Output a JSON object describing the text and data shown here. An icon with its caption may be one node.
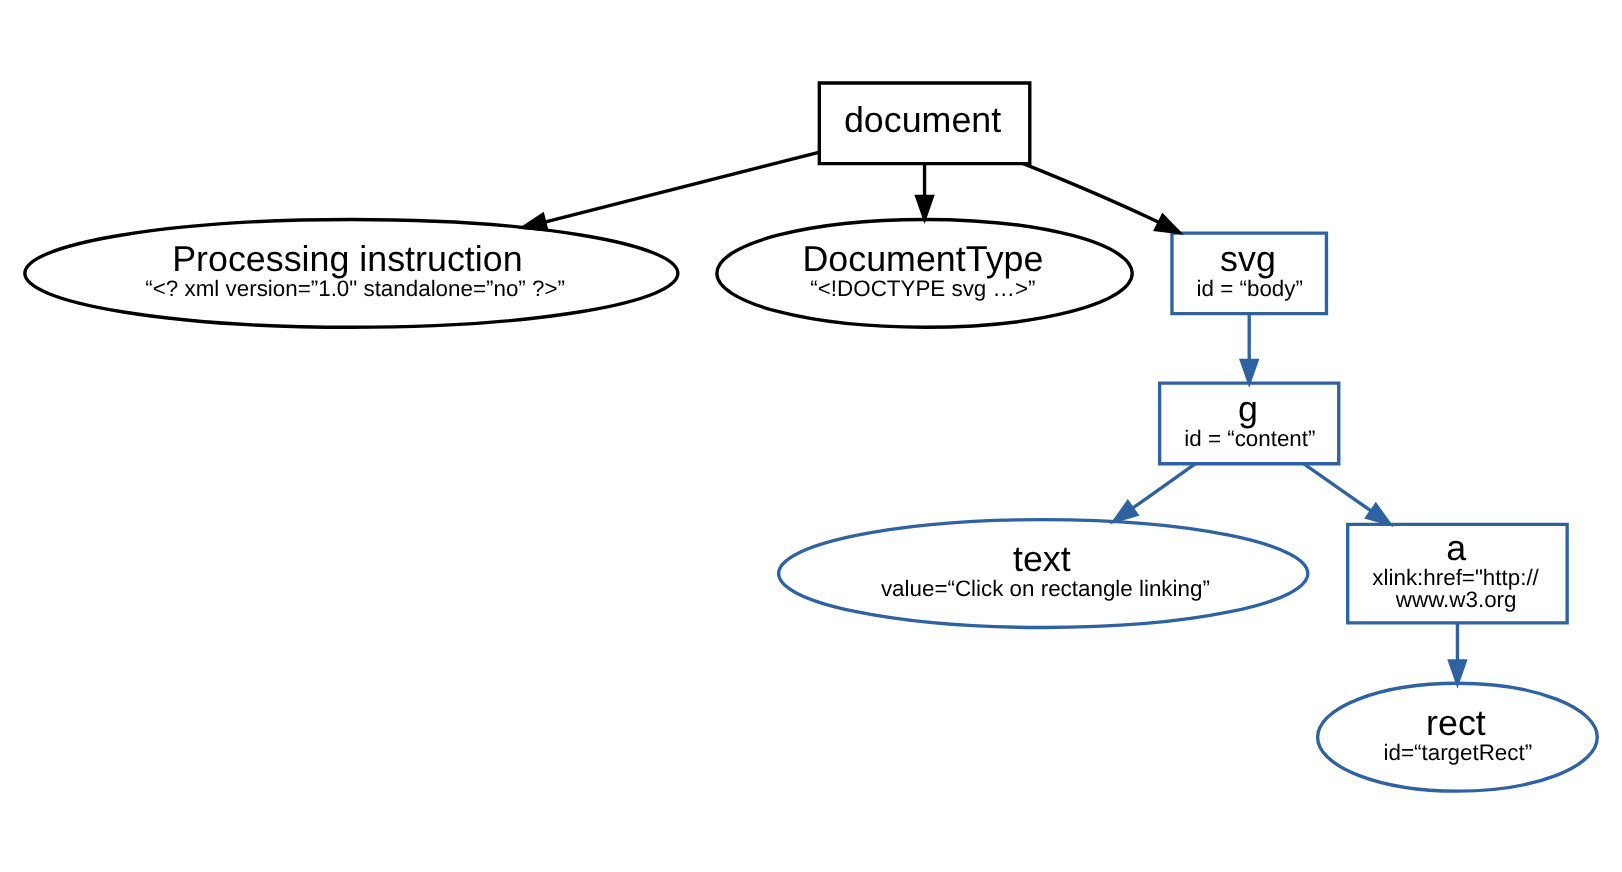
{
  "diagram": {
    "nodes": [
      {
        "text": [
          "document"
        ]
      },
      {
        "text": [
          "Processing instruction",
          "“<? xml version=”1.0\" standalone=”no” ?>”"
        ]
      },
      {
        "text": [
          "DocumentType",
          "“<!DOCTYPE svg …>”"
        ]
      },
      {
        "text": [
          "svg",
          "id = “body”"
        ]
      },
      {
        "text": [
          "g",
          "id = “content”"
        ]
      },
      {
        "text": [
          "text",
          "value=“Click on rectangle linking”"
        ]
      },
      {
        "text": [
          "a",
          "xlink:href=\"http:// www.w3.org"
        ]
      },
      {
        "text": [
          "rect",
          "id=“targetRect”"
        ]
      }
    ],
    "edges": [
      {
        "from": 0,
        "to": 1,
        "arrow": "to",
        "color": "#000000"
      },
      {
        "from": 0,
        "to": 2,
        "arrow": "to",
        "color": "#000000"
      },
      {
        "from": 0,
        "to": 3,
        "arrow": "to",
        "color": "#000000"
      },
      {
        "from": 3,
        "to": 4,
        "arrow": "to"
      },
      {
        "from": 4,
        "to": 5,
        "arrow": "to"
      },
      {
        "from": 4,
        "to": 6,
        "arrow": "to"
      },
      {
        "from": 6,
        "to": 7,
        "arrow": "to"
      }
    ]
  }
}
